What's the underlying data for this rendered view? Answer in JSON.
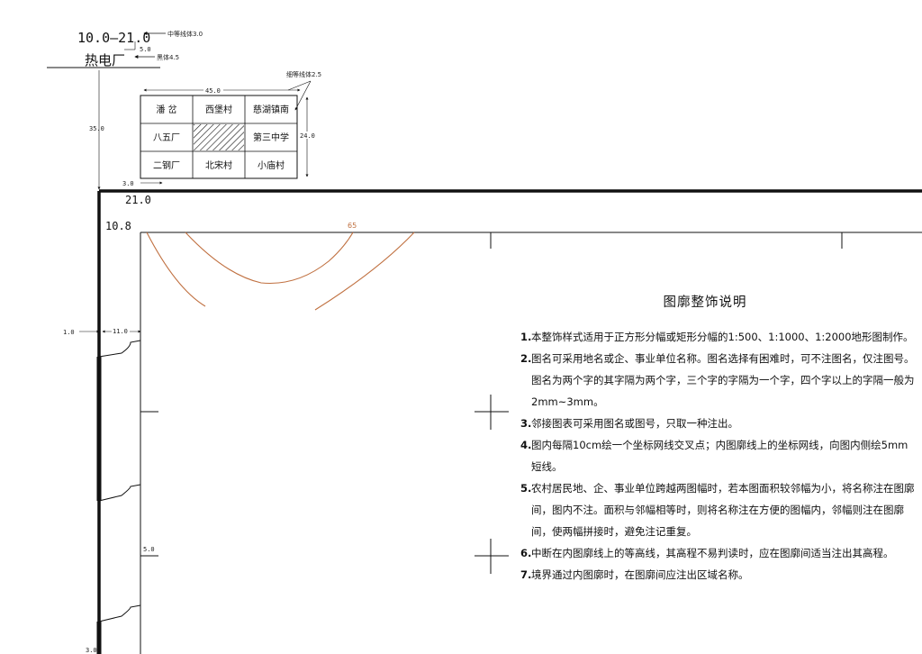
{
  "header": {
    "code": "10.0—21.0",
    "name": "热电厂",
    "ann_line_medium": "中等线体3.0",
    "ann_dim_top": "5.0",
    "ann_bold": "黑体4.5",
    "ann_line_thin": "细等线体2.5",
    "dim_left": "35.0",
    "dim_bottom": "3.0"
  },
  "adjacent_table": {
    "width_label": "45.0",
    "height_label": "24.0",
    "cells": [
      [
        "潘 岔",
        "西堡村",
        "慈湖镇南"
      ],
      [
        "八五厂",
        "",
        "第三中学"
      ],
      [
        "二钢厂",
        "北宋村",
        "小庙村"
      ]
    ]
  },
  "frame": {
    "corner_x": "21.0",
    "corner_y": "10.8",
    "dim_outer": "1.0",
    "dim_inner": "11.0",
    "dim_short": "5.0",
    "dim_bottom": "3.0",
    "contour_label": "65"
  },
  "notes": {
    "title": "图廓整饰说明",
    "items": [
      {
        "num": "1.",
        "text": "本整饰样式适用于正方形分幅或矩形分幅的1:500、1:1000、1:2000地形图制作。"
      },
      {
        "num": "2.",
        "text": "图名可采用地名或企、事业单位名称。图名选择有困难时，可不注图名，仅注图号。图名为两个字的其字隔为两个字，三个字的字隔为一个字，四个字以上的字隔一般为2mm~3mm。"
      },
      {
        "num": "3.",
        "text": "邻接图表可采用图名或图号，只取一种注出。"
      },
      {
        "num": "4.",
        "text": "图内每隔10cm绘一个坐标网线交叉点；内图廓线上的坐标网线，向图内侧绘5mm短线。"
      },
      {
        "num": "5.",
        "text": "农村居民地、企、事业单位跨越两图幅时，若本图面积较邻幅为小，将名称注在图廓间，图内不注。面积与邻幅相等时，则将名称注在方便的图幅内，邻幅则注在图廓间，使两幅拼接时，避免注记重复。"
      },
      {
        "num": "6.",
        "text": "中断在内图廓线上的等高线，其高程不易判读时，应在图廓间适当注出其高程。"
      },
      {
        "num": "7.",
        "text": "境界通过内图廓时，在图廓间应注出区域名称。"
      }
    ]
  },
  "colors": {
    "line": "#111111",
    "contour": "#c07040"
  }
}
